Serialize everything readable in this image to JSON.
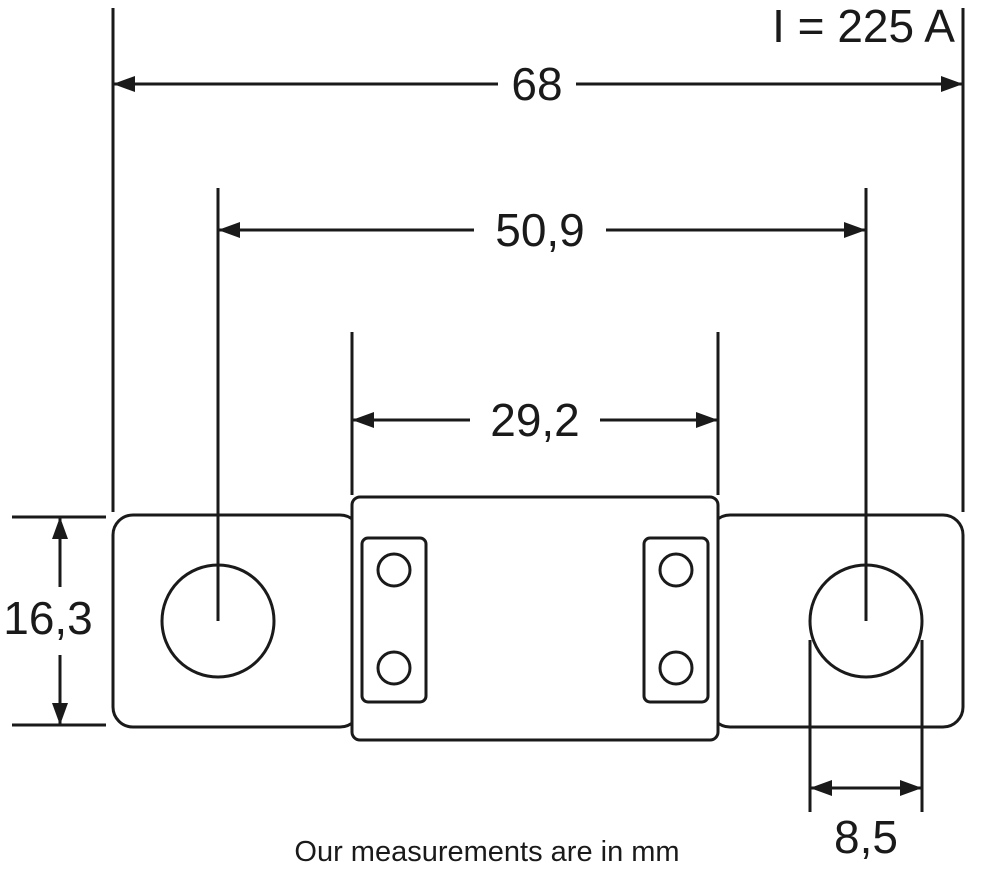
{
  "drawing": {
    "title": "I = 225 A",
    "footer_note": "Our measurements are in mm",
    "dimensions": {
      "overall_length": "68",
      "hole_center_spacing": "50,9",
      "body_width": "29,2",
      "tab_height": "16,3",
      "hole_diameter": "8,5"
    },
    "colors": {
      "line": "#1a1a1a",
      "background": "#ffffff"
    }
  }
}
